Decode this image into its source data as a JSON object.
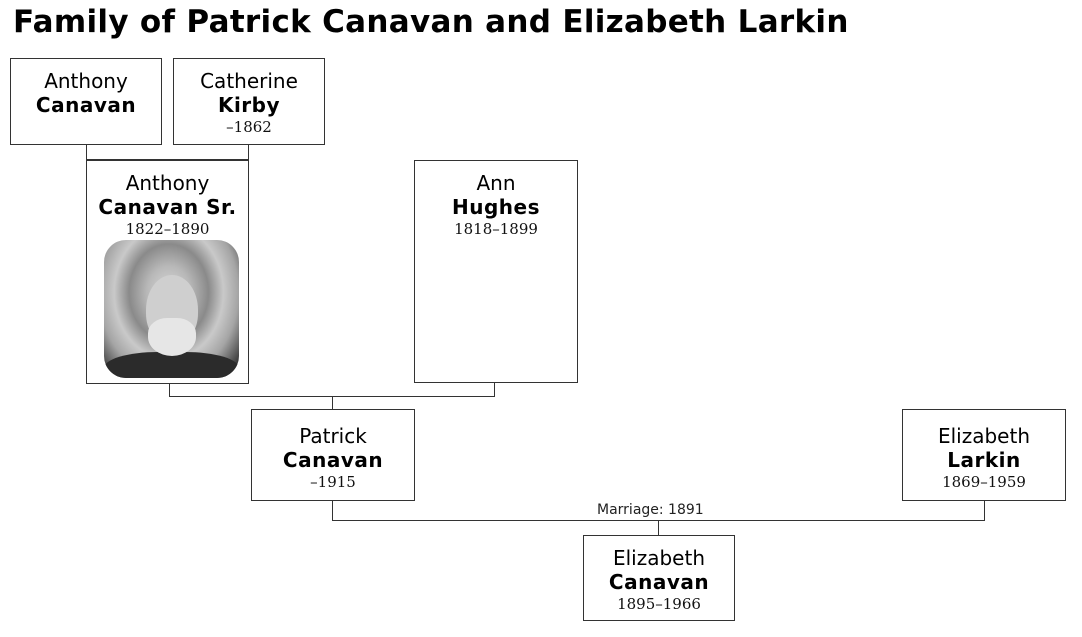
{
  "title": "Family of Patrick Canavan and Elizabeth Larkin",
  "people": {
    "anthony_canavan": {
      "given": "Anthony",
      "surname": "Canavan",
      "dates": ""
    },
    "catherine_kirby": {
      "given": "Catherine",
      "surname": "Kirby",
      "dates": "–1862"
    },
    "anthony_canavan_sr": {
      "given": "Anthony",
      "surname": "Canavan Sr.",
      "dates": "1822–1890",
      "photo": "portrait-photo"
    },
    "ann_hughes": {
      "given": "Ann",
      "surname": "Hughes",
      "dates": "1818–1899"
    },
    "patrick_canavan": {
      "given": "Patrick",
      "surname": "Canavan",
      "dates": "–1915"
    },
    "elizabeth_larkin": {
      "given": "Elizabeth",
      "surname": "Larkin",
      "dates": "1869–1959"
    },
    "elizabeth_canavan": {
      "given": "Elizabeth",
      "surname": "Canavan",
      "dates": "1895–1966"
    }
  },
  "marriage": {
    "label": "Marriage: 1891"
  }
}
